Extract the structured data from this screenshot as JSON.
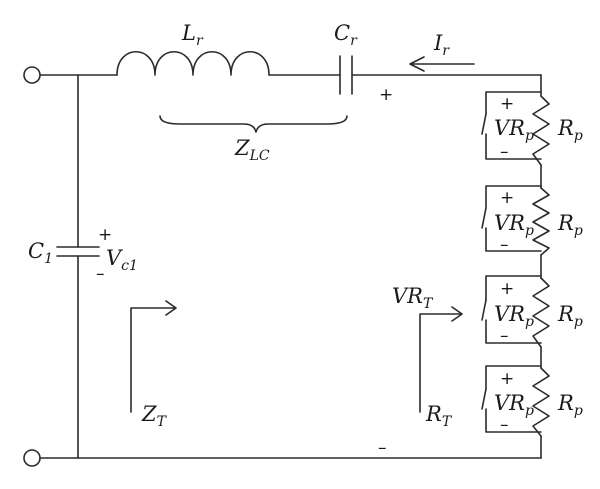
{
  "labels": {
    "inductor": {
      "main": "L",
      "sub": "r"
    },
    "capacitor_r": {
      "main": "C",
      "sub": "r"
    },
    "current": {
      "main": "I",
      "sub": "r"
    },
    "impedance_lc": {
      "main": "Z",
      "sub": "LC"
    },
    "capacitor_1": {
      "main": "C",
      "sub": "1"
    },
    "voltage_c1": {
      "main": "V",
      "sub": "c1"
    },
    "impedance_t": {
      "main": "Z",
      "sub": "T"
    },
    "voltage_rt": {
      "main": "VR",
      "sub": "T"
    },
    "resistance_t": {
      "main": "R",
      "sub": "T"
    },
    "cell_voltage": {
      "main": "VR",
      "sub": "p"
    },
    "cell_resistor": {
      "main": "R",
      "sub": "p"
    }
  },
  "signs": {
    "plus": "+",
    "minus": "–"
  },
  "colors": {
    "stroke": "#2b2b2b",
    "text": "#1a1a1a",
    "background": "#ffffff"
  }
}
